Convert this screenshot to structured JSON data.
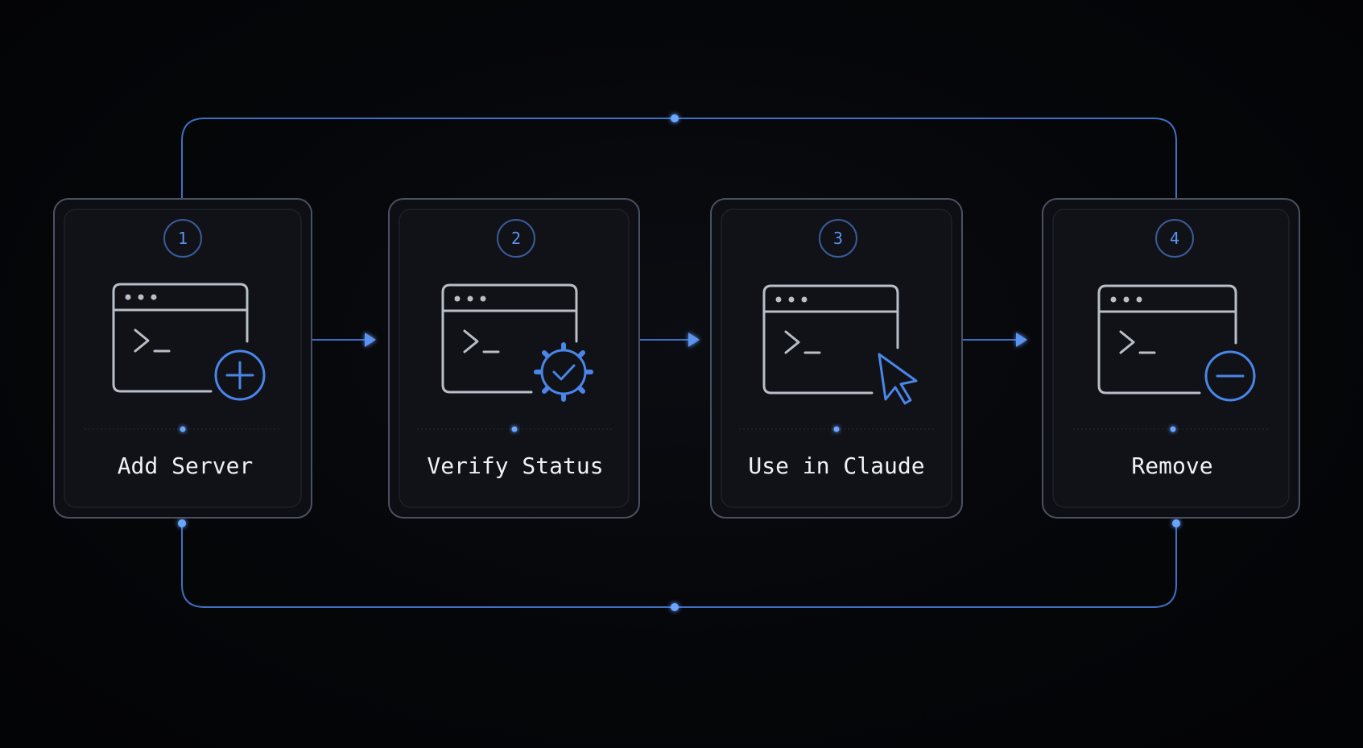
{
  "accent_color": "#4a86e8",
  "card_border_color": "#4a5160",
  "icon_stroke_color": "#b9bec7",
  "steps": [
    {
      "number": "1",
      "label": "Add Server",
      "icon": "plus-circle-icon"
    },
    {
      "number": "2",
      "label": "Verify Status",
      "icon": "gear-check-icon"
    },
    {
      "number": "3",
      "label": "Use in Claude",
      "icon": "cursor-arrow-icon"
    },
    {
      "number": "4",
      "label": "Remove",
      "icon": "minus-circle-icon"
    }
  ]
}
